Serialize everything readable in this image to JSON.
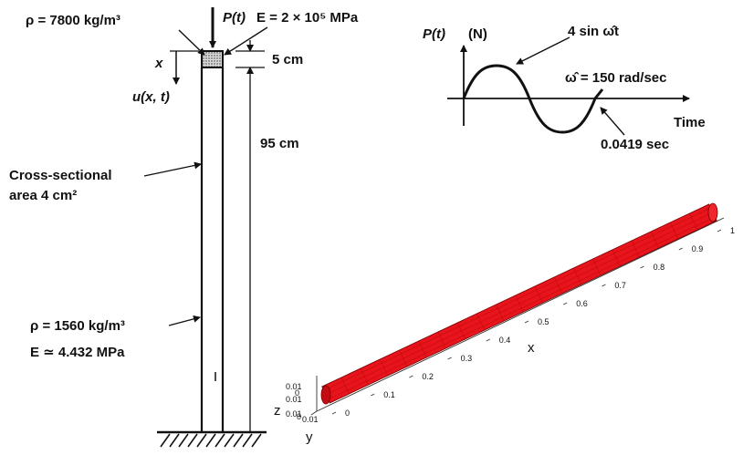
{
  "bar": {
    "top_density": "ρ = 7800 kg/m³",
    "top_modulus": "E = 2 × 10⁵ MPa",
    "load": "P(t)",
    "coord_x": "x",
    "displacement": "u(x, t)",
    "top_length": "5 cm",
    "bottom_length": "95 cm",
    "area_line1": "Cross-sectional",
    "area_line2": "area 4 cm²",
    "bottom_density": "ρ = 1560 kg/m³",
    "bottom_modulus": "E ≃ 4.432 MPa"
  },
  "load_plot": {
    "y_label": "P(t)",
    "y_unit": "(N)",
    "curve_label": "4 sin ω̂t",
    "freq_label": "ω̂ = 150 rad/sec",
    "x_label": "Time",
    "end_time": "0.0419 sec"
  },
  "model_3d": {
    "bar_color": "#e8141b",
    "x_axis_title": "x",
    "y_axis_title": "y",
    "z_axis_title": "z",
    "x_ticks": [
      "0",
      "0.1",
      "0.2",
      "0.3",
      "0.4",
      "0.5",
      "0.6",
      "0.7",
      "0.8",
      "0.9",
      "1"
    ],
    "z_ticks": [
      "0.01",
      "0",
      "0.01"
    ],
    "y_ticks": [
      "0.01",
      "0",
      "0.01"
    ]
  }
}
